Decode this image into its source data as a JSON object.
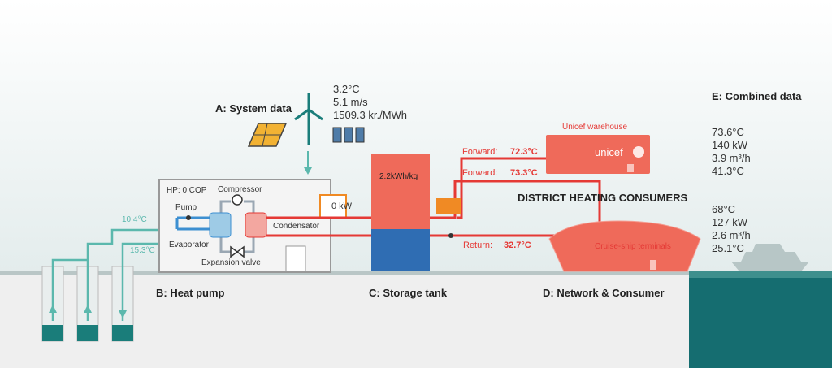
{
  "sections": {
    "a": "A: System data",
    "b": "B: Heat pump",
    "c": "C: Storage tank",
    "d": "D: Network & Consumer",
    "e": "E: Combined data"
  },
  "system_data": [
    "3.2°C",
    "5.1 m/s",
    "1509.3 kr./MWh"
  ],
  "heat_pump": {
    "hp_cop": "HP: 0 COP",
    "compressor": "Compressor",
    "pump": "Pump",
    "evaporator": "Evaporator",
    "condensator": "Condensator",
    "expansion_valve": "Expansion valve",
    "inlet_temp": "10.4°C",
    "outlet_temp": "15.3°C",
    "power": "0 kW"
  },
  "storage": {
    "label": "2.2kWh/kg"
  },
  "network": {
    "forward1_label": "Forward:",
    "forward1_value": "72.3°C",
    "forward2_label": "Forward:",
    "forward2_value": "73.3°C",
    "return_label": "Return:",
    "return_value": "32.7°C",
    "consumers_title": "DISTRICT HEATING CONSUMERS",
    "warehouse": "Unicef warehouse",
    "unicef_logo": "unicef",
    "terminals": "Cruise-ship terminals"
  },
  "combined_data": {
    "warehouse": [
      "73.6°C",
      "140 kW",
      "3.9 m³/h",
      "41.3°C"
    ],
    "terminals": [
      "68°C",
      "127 kW",
      "2.6 m³/h",
      "25.1°C"
    ]
  },
  "colors": {
    "teal": "#5bb8ad",
    "red": "#e53935",
    "tank_red": "#ef6a5a",
    "tank_blue": "#2f6db3",
    "sea": "#156d70"
  }
}
